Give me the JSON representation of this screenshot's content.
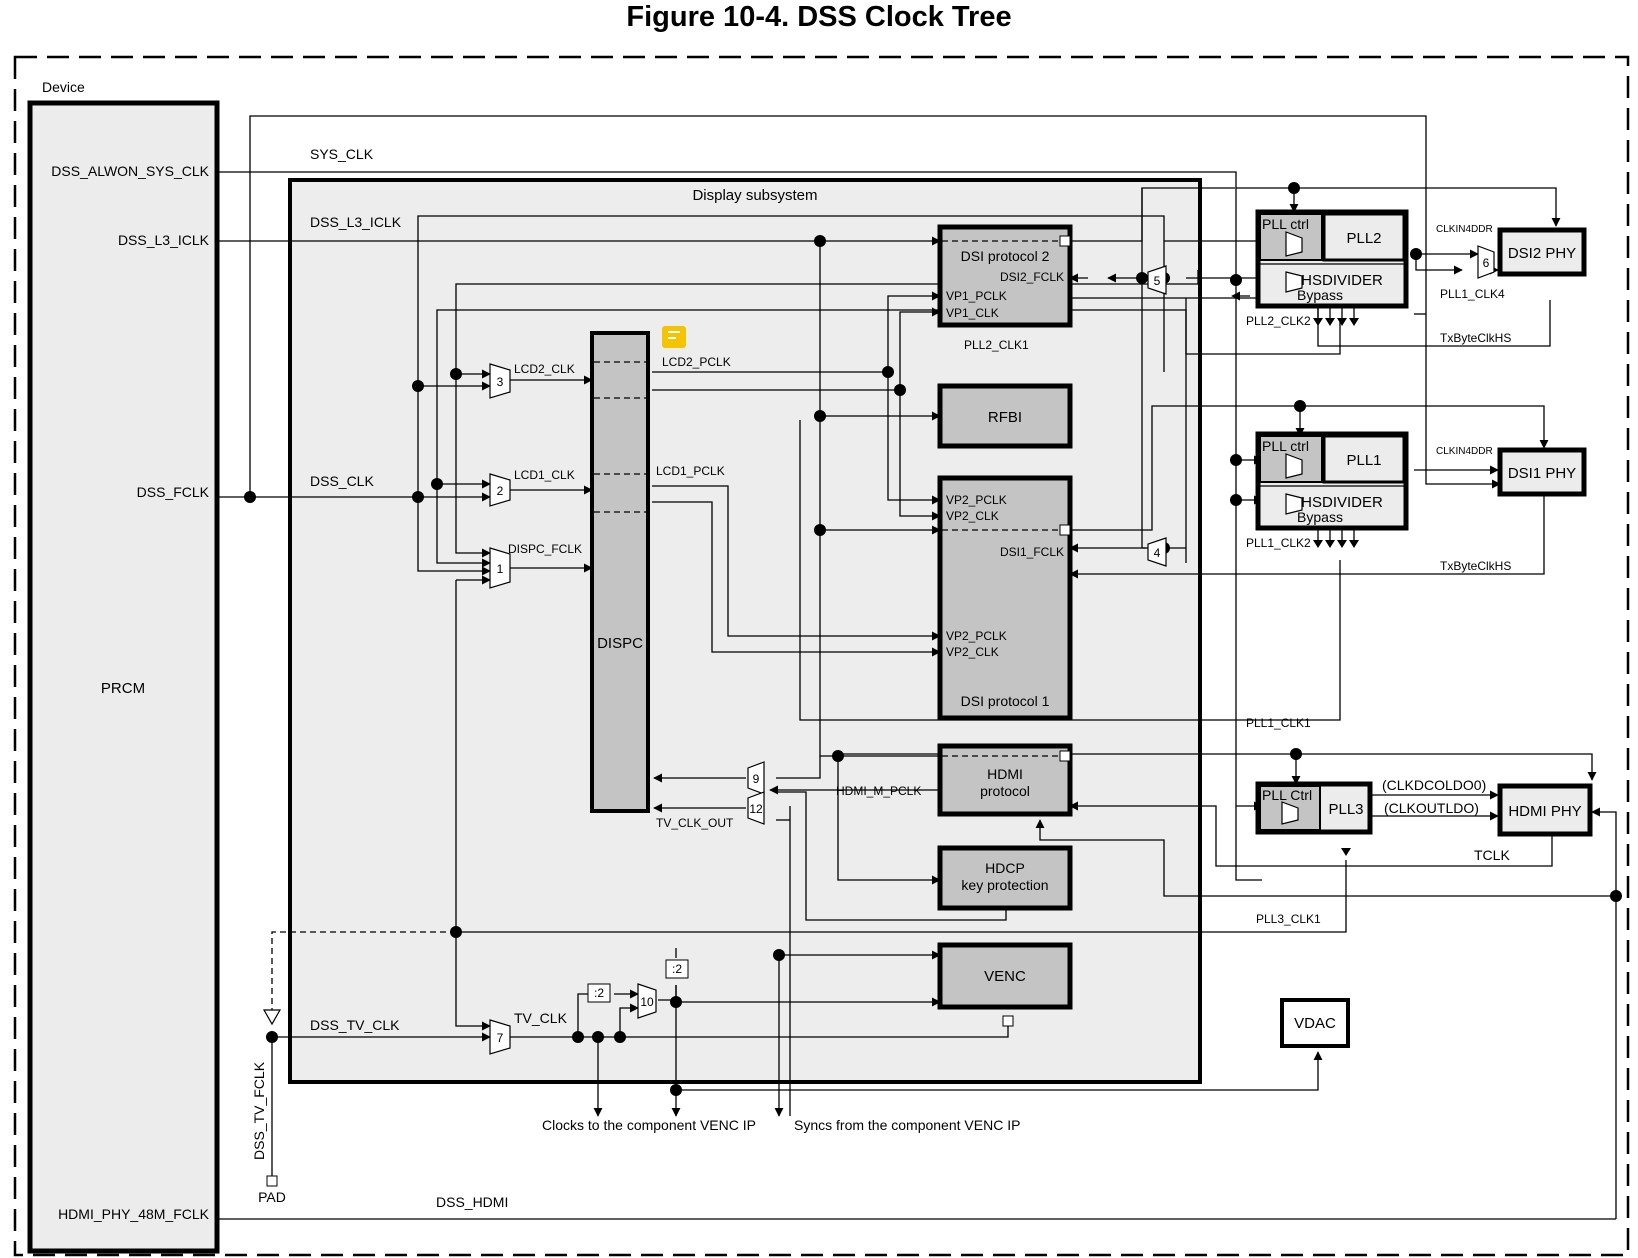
{
  "title": "Figure 10-4. DSS Clock Tree",
  "device_label": "Device",
  "subsystem_label": "Display subsystem",
  "blocks": {
    "prcm": "PRCM",
    "dispc": "DISPC",
    "dsi_protocol_2": "DSI protocol 2",
    "dsi_protocol_1": "DSI protocol 1",
    "rfbi": "RFBI",
    "hdmi_protocol_1": "HDMI",
    "hdmi_protocol_2": "protocol",
    "hdcp_1": "HDCP",
    "hdcp_2": "key protection",
    "venc": "VENC",
    "vdac": "VDAC",
    "pll2": "PLL2",
    "pll1": "PLL1",
    "pll3": "PLL3",
    "pll_ctrl": "PLL ctrl",
    "pll_ctrl_3": "PLL Ctrl",
    "hsdivider": "HSDIVIDER",
    "bypass": "Bypass",
    "dsi2_phy": "DSI2 PHY",
    "dsi1_phy": "DSI1 PHY",
    "hdmi_phy": "HDMI PHY"
  },
  "prcm_outputs": [
    "DSS_ALWON_SYS_CLK",
    "DSS_L3_ICLK",
    "DSS_FCLK",
    "HDMI_PHY_48M_FCLK"
  ],
  "signals": {
    "sys_clk": "SYS_CLK",
    "dss_l3_iclk": "DSS_L3_ICLK",
    "dss_clk": "DSS_CLK",
    "dss_tv_clk": "DSS_TV_CLK",
    "dss_tv_fclk": "DSS_TV_FCLK",
    "pad": "PAD",
    "dss_hdmi": "DSS_HDMI",
    "lcd2_clk": "LCD2_CLK",
    "lcd1_clk": "LCD1_CLK",
    "dispc_fclk": "DISPC_FCLK",
    "lcd2_pclk": "LCD2_PCLK",
    "lcd1_pclk": "LCD1_PCLK",
    "tv_clk": "TV_CLK",
    "tv_clk_out": "TV_CLK_OUT",
    "hdmi_m_pclk": "HDMI_M_PCLK",
    "dsi2_fclk": "DSI2_FCLK",
    "dsi1_fclk": "DSI1_FCLK",
    "vp1_pclk": "VP1_PCLK",
    "vp1_clk": "VP1_CLK",
    "vp2_pclk": "VP2_PCLK",
    "vp2_clk": "VP2_CLK",
    "pll2_clk1": "PLL2_CLK1",
    "pll2_clk2": "PLL2_CLK2",
    "pll1_clk1": "PLL1_CLK1",
    "pll1_clk2": "PLL1_CLK2",
    "pll1_clk4": "PLL1_CLK4",
    "pll3_clk1": "PLL3_CLK1",
    "clkin4ddr": "CLKIN4DDR",
    "txbyteclkhs": "TxByteClkHS",
    "clkdcoldo": "(CLKDCOLDO0)",
    "clkoutldo": "(CLKOUTLDO)",
    "tclk": "TCLK",
    "clocks_to_venc": "Clocks to the component VENC IP",
    "syncs_from_venc": "Syncs from the component VENC IP"
  },
  "mux_labels": [
    "1",
    "2",
    "3",
    "4",
    "5",
    "6",
    "7",
    "9",
    "10",
    "12"
  ],
  "divider_label": ":2",
  "note_icon_color": "#f5c400"
}
